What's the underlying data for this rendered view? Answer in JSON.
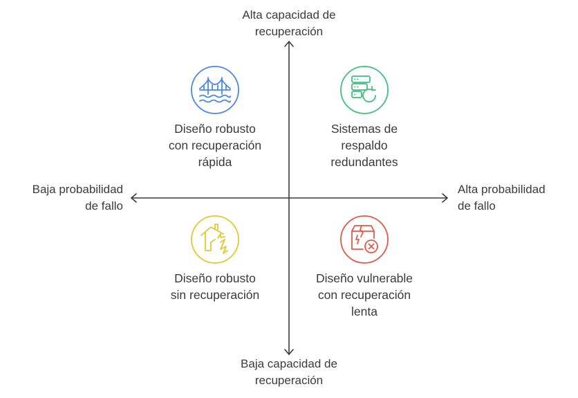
{
  "axes": {
    "top": "Alta capacidad de\nrecuperación",
    "bottom": "Baja capacidad de\nrecuperación",
    "left": "Baja probabilidad\nde fallo",
    "right": "Alta probabilidad\nde fallo"
  },
  "quadrants": {
    "top_left": {
      "label": "Diseño robusto\ncon recuperación\nrápida",
      "icon": "bridge-icon",
      "color": "#4a86e8"
    },
    "top_right": {
      "label": "Sistemas de\nrespaldo\nredundantes",
      "icon": "server-refresh-icon",
      "color": "#3fbf7f"
    },
    "bottom_left": {
      "label": "Diseño robusto\nsin recuperación",
      "icon": "broken-house-icon",
      "color": "#e2c82e"
    },
    "bottom_right": {
      "label": "Diseño vulnerable\ncon recuperación\nlenta",
      "icon": "damaged-box-icon",
      "color": "#e3574a"
    }
  },
  "colors": {
    "axis": "#3a3a3a",
    "text": "#3a3a3a"
  }
}
